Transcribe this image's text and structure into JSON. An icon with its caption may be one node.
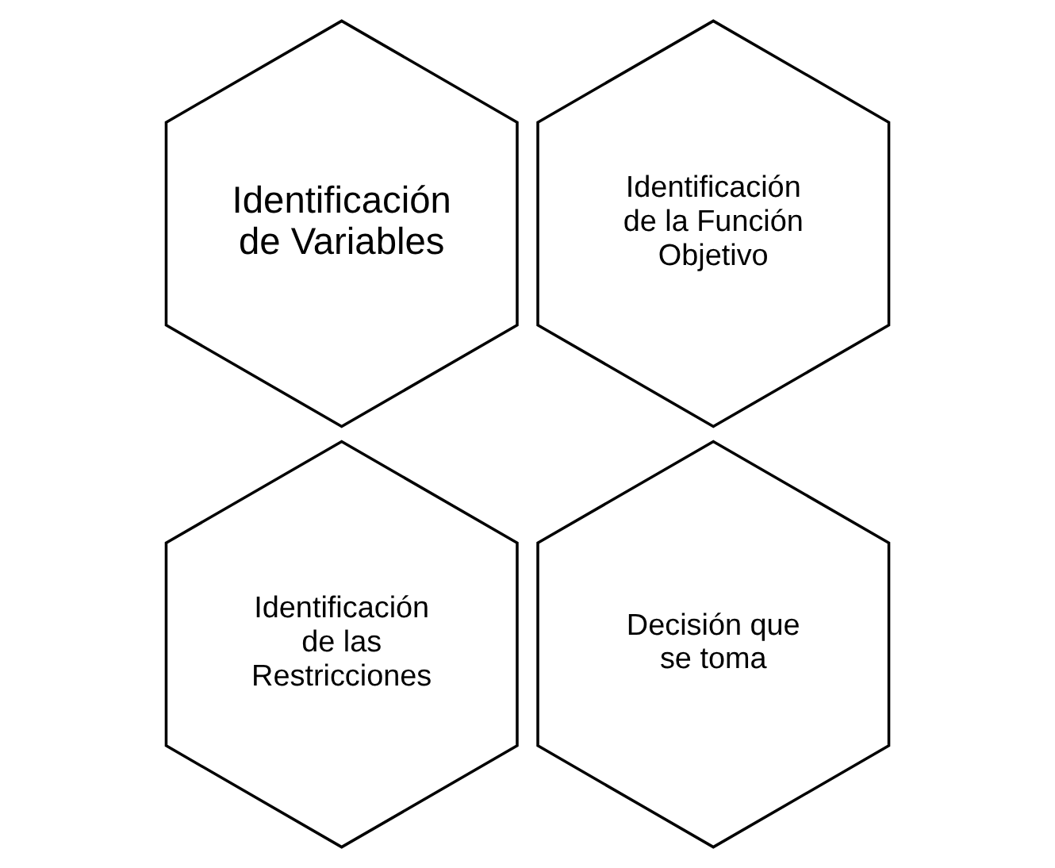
{
  "diagram": {
    "nodes": [
      {
        "text": [
          "Identificación de Variables"
        ]
      },
      {
        "text": [
          "Identificación de la Función Objetivo"
        ]
      },
      {
        "text": [
          "Identificación de las Restricciones"
        ]
      },
      {
        "text": [
          "Decisión que se toma"
        ]
      }
    ]
  }
}
